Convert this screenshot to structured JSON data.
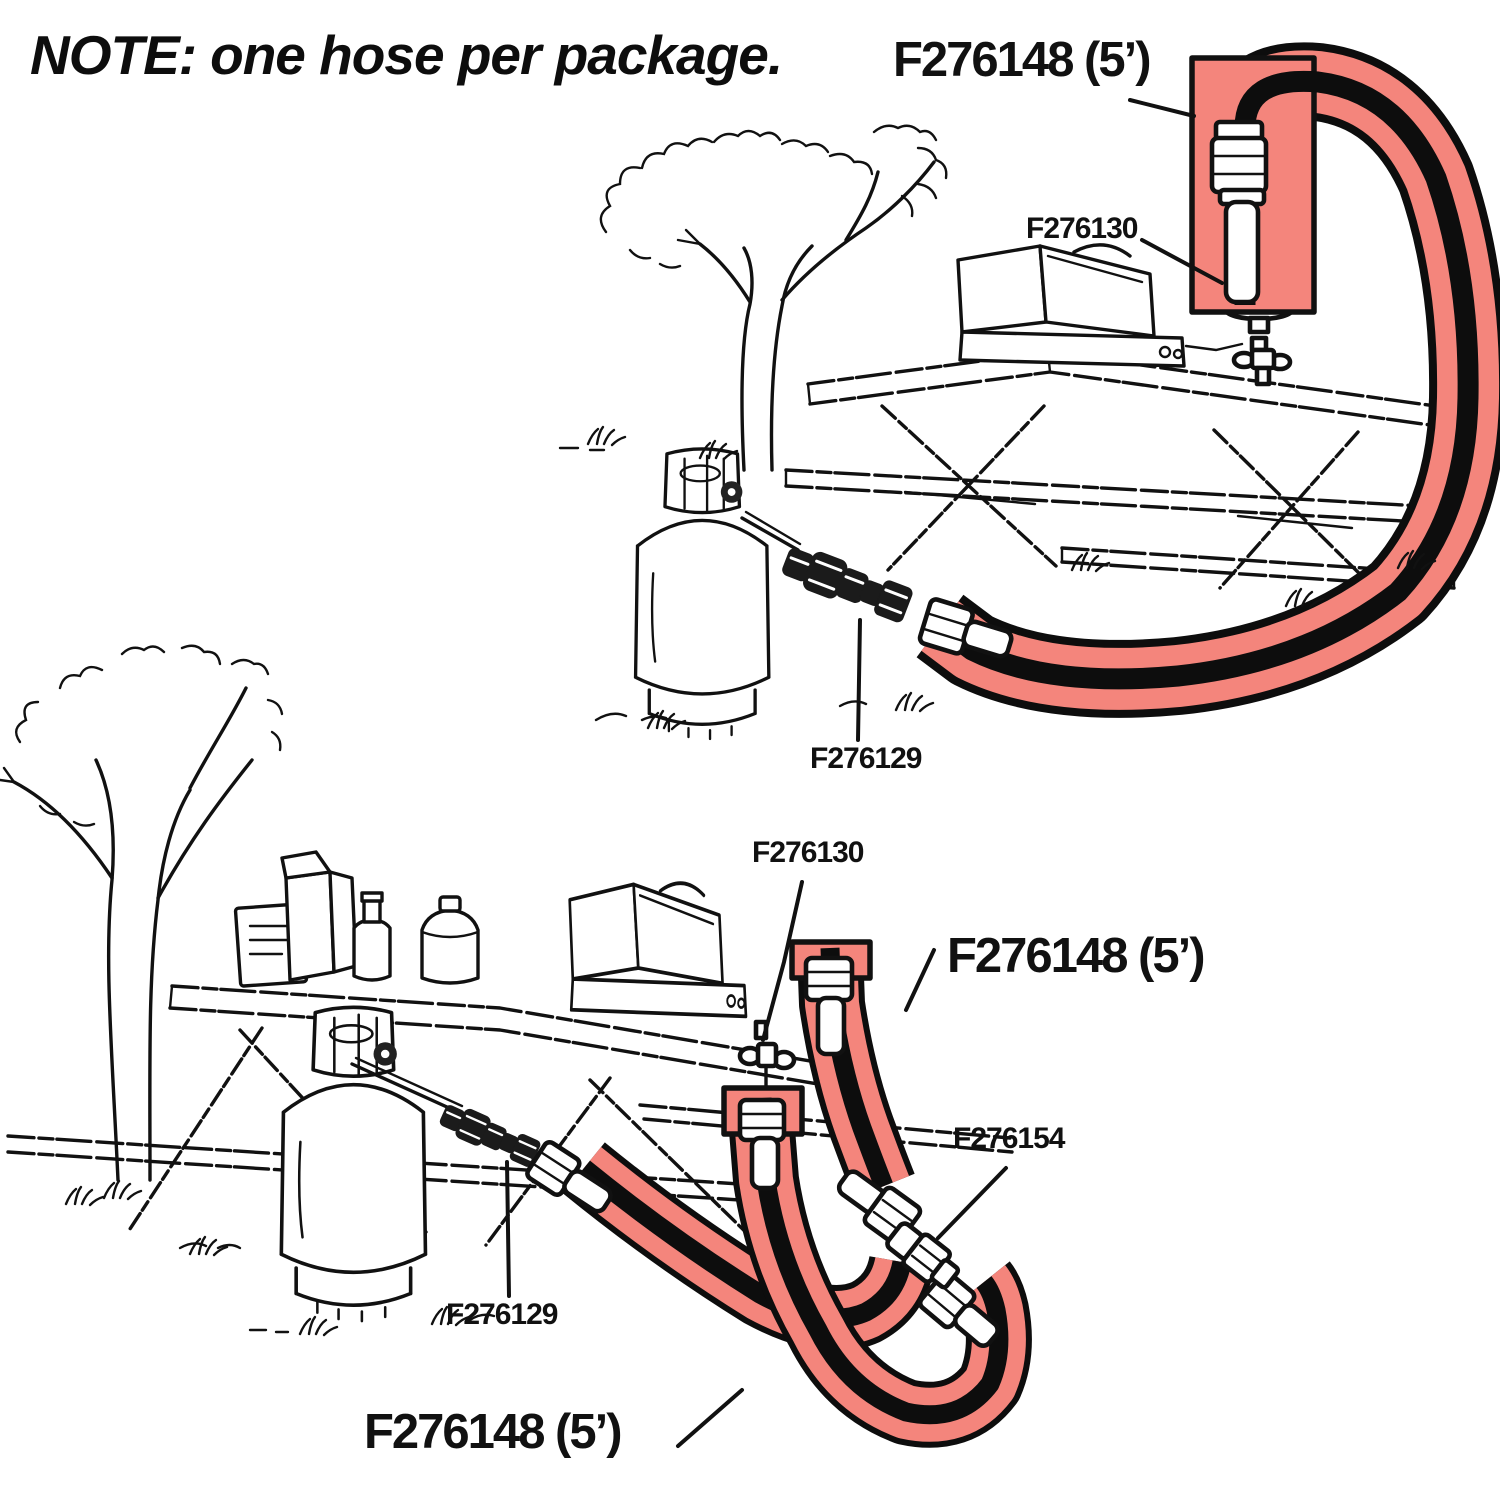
{
  "note": {
    "label": "NOTE:",
    "text": "one hose per package."
  },
  "colors": {
    "hose_highlight": "#f4857c",
    "ink": "#111111",
    "background": "#ffffff"
  },
  "top_scene": {
    "hose_label": "F276148 (5’)",
    "regulator_label": "F276130",
    "tank_adapter_label": "F276129"
  },
  "bottom_scene": {
    "regulator_label": "F276130",
    "hose_right_label": "F276148 (5’)",
    "coupling_label": "F276154",
    "tank_adapter_label": "F276129",
    "hose_bottom_label": "F276148 (5’)"
  }
}
